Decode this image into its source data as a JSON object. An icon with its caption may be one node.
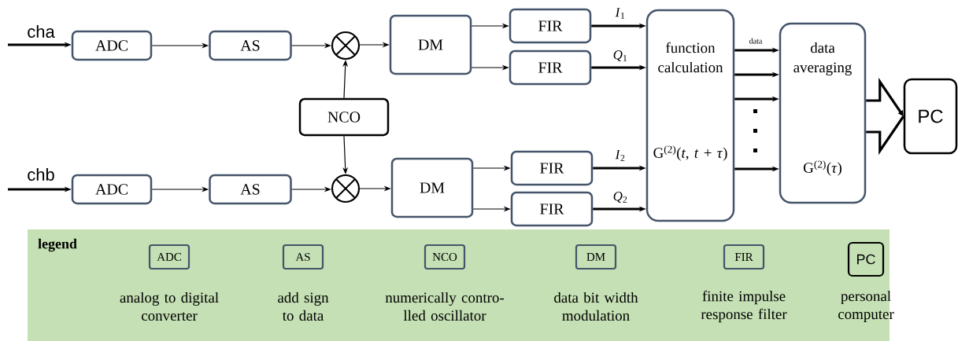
{
  "diagram": {
    "nodes": [
      {
        "text": [
          "ADC"
        ]
      },
      {
        "text": [
          "AS"
        ]
      },
      {
        "text": [],
        "shape": "circle"
      },
      {
        "text": [
          "DM"
        ]
      },
      {
        "text": [
          "FIR"
        ]
      },
      {
        "text": [
          "FIR"
        ]
      },
      {
        "text": [
          "function calculation",
          "G$^{(2)}$(*t*, *t* + *τ*)"
        ]
      },
      {
        "text": [
          "data averaging",
          "G$^{(2)}$(*τ*)"
        ]
      },
      {
        "text": [
          "PC"
        ]
      },
      {
        "text": [
          "NCO"
        ]
      },
      {
        "text": [
          "ADC"
        ]
      },
      {
        "text": [
          "AS"
        ]
      },
      {
        "text": [],
        "shape": "circle"
      },
      {
        "text": [
          "DM"
        ]
      },
      {
        "text": [
          "FIR"
        ]
      },
      {
        "text": [
          "FIR"
        ]
      }
    ],
    "edges": [
      {
        "from": null,
        "to": 0,
        "arrow": "to",
        "label": "cha",
        "style": "thick"
      },
      {
        "from": 0,
        "to": 1,
        "arrow": "to"
      },
      {
        "from": 1,
        "to": 2,
        "arrow": "to"
      },
      {
        "from": 2,
        "to": 3,
        "arrow": "to"
      },
      {
        "from": 3,
        "to": 4,
        "arrow": "to"
      },
      {
        "from": 3,
        "to": 5,
        "arrow": "to"
      },
      {
        "from": 4,
        "to": 6,
        "arrow": "to",
        "label": "*I*$_{1}$",
        "style": "thick"
      },
      {
        "from": 5,
        "to": 6,
        "arrow": "to",
        "label": "*Q*$_{1}$",
        "style": "thick"
      },
      {
        "from": 9,
        "to": 2,
        "arrow": "to"
      },
      {
        "from": 9,
        "to": 12,
        "arrow": "to"
      },
      {
        "from": null,
        "to": 10,
        "arrow": "to",
        "label": "chb",
        "style": "thick"
      },
      {
        "from": 10,
        "to": 11,
        "arrow": "to"
      },
      {
        "from": 11,
        "to": 12,
        "arrow": "to"
      },
      {
        "from": 12,
        "to": 13,
        "arrow": "to"
      },
      {
        "from": 13,
        "to": 14,
        "arrow": "to"
      },
      {
        "from": 13,
        "to": 15,
        "arrow": "to"
      },
      {
        "from": 14,
        "to": 6,
        "arrow": "to",
        "label": "*I*$_{2}$",
        "style": "thick"
      },
      {
        "from": 15,
        "to": 6,
        "arrow": "to",
        "label": "*Q*$_{2}$",
        "style": "thick"
      },
      {
        "from": 6,
        "to": 7,
        "arrow": "to",
        "label": "data",
        "style": "thick"
      },
      {
        "from": 6,
        "to": 7,
        "arrow": "to",
        "style": "thick"
      },
      {
        "from": 6,
        "to": 7,
        "arrow": "to",
        "style": "thick"
      },
      {
        "from": 6,
        "to": 7,
        "arrow": "to",
        "style": "thick"
      },
      {
        "from": 7,
        "to": 8,
        "arrow": "to",
        "style": "thick"
      }
    ],
    "labels": [
      "legend",
      "ADC",
      "AS",
      "NCO",
      "DM",
      "FIR",
      "PC"
    ],
    "legend": [
      {
        "text": "analog to digital converter"
      },
      {
        "text": "add sign to data"
      },
      {
        "text": "numerically contro- lled oscillator"
      },
      {
        "text": "data bit width modulation"
      },
      {
        "text": "finite impulse response filter"
      },
      {
        "text": "personal computer"
      }
    ]
  }
}
